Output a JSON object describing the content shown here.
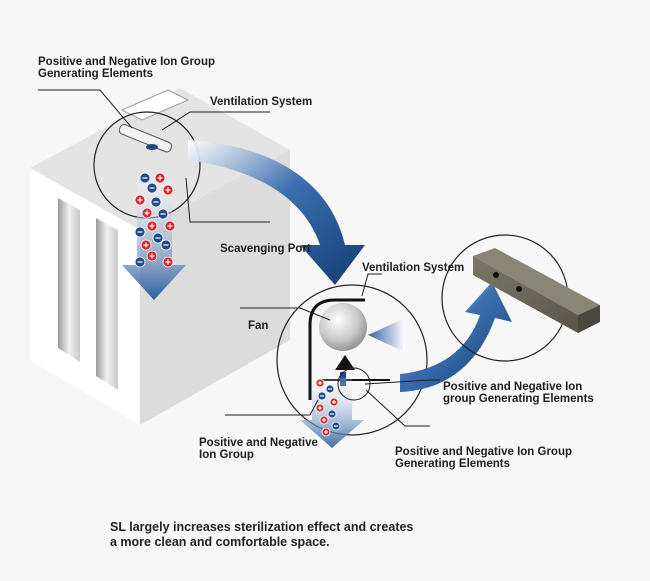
{
  "labels": {
    "ion_group_elements_top": [
      "Positive and Negative Ion Group",
      "Generating Elements"
    ],
    "ventilation_top": "Ventilation System",
    "scavenging_port": "Scavenging Port",
    "ventilation_mid": "Ventilation System",
    "fan": "Fan",
    "ion_group_elements_right": [
      "Positive and Negative Ion",
      "group Generating Elements"
    ],
    "ion_group_elements_bottom": [
      "Positive and Negative Ion Group",
      "Generating Elements"
    ],
    "ion_group": [
      "Positive and Negative",
      "Ion Group"
    ]
  },
  "caption": [
    "SL largely increases sterilization effect and creates",
    "a more clean and comfortable space."
  ],
  "colors": {
    "background": "#f7f7f7",
    "arrow_blue": "#1d4d8a",
    "positive_ion": "#d9262b",
    "negative_ion": "#1f4b8c",
    "element_plate": "#6e6a5c"
  }
}
